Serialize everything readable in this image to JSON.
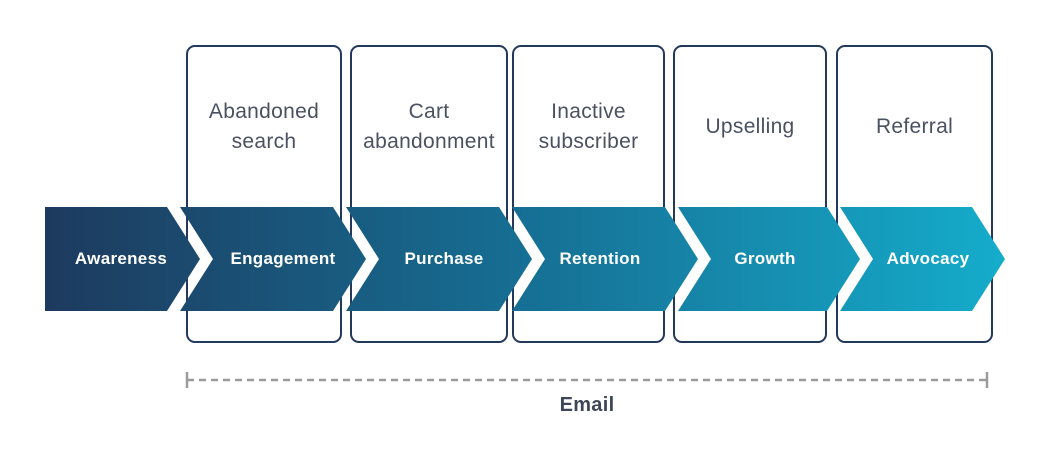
{
  "diagram": {
    "stages": [
      "Awareness",
      "Engagement",
      "Purchase",
      "Retention",
      "Growth",
      "Advocacy"
    ],
    "touchpoints": [
      "Abandoned search",
      "Cart abandonment",
      "Inactive subscriber",
      "Upselling",
      "Referral"
    ],
    "channel": {
      "label": "Email"
    },
    "colors": {
      "arrow_gradient_start": "#1D3A5E",
      "arrow_gradient_mid": "#166F94",
      "arrow_gradient_end": "#15ACCB",
      "box_border": "#22395C",
      "box_text": "#4A5262",
      "arrow_text": "#FFFFFF",
      "dashed_line": "#9B9B9B",
      "channel_text": "#3E4758",
      "background": "#FFFFFF"
    }
  }
}
